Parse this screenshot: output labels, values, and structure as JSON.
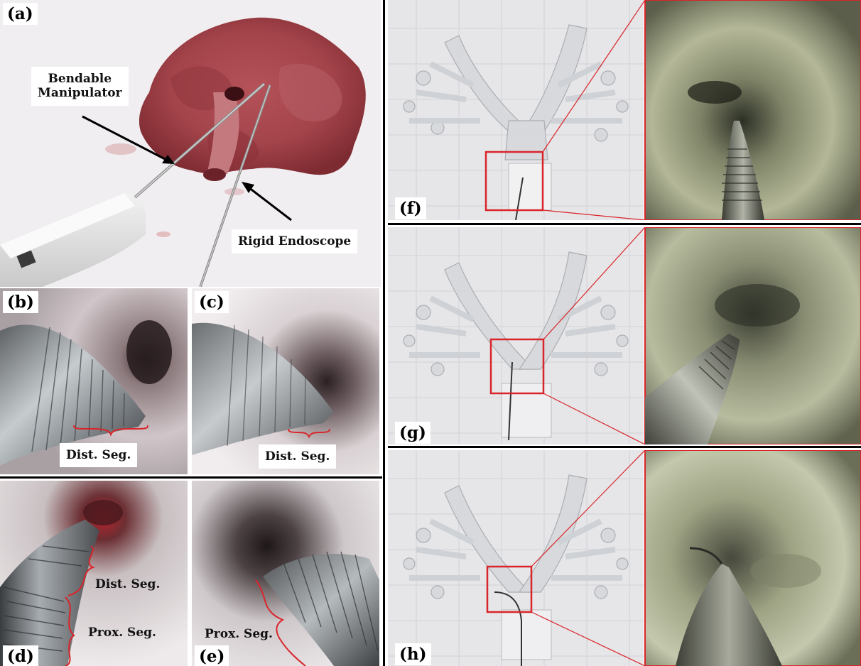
{
  "panels": {
    "a": {
      "tag": "(a)",
      "label_bendable_line1": "Bendable",
      "label_bendable_line2": "Manipulator",
      "label_rigid": "Rigid Endoscope"
    },
    "b": {
      "tag": "(b)",
      "label": "Dist. Seg."
    },
    "c": {
      "tag": "(c)",
      "label": "Dist. Seg."
    },
    "d": {
      "tag": "(d)",
      "label_dist": "Dist. Seg.",
      "label_prox": "Prox. Seg."
    },
    "e": {
      "tag": "(e)",
      "label_prox": "Prox. Seg."
    },
    "f": {
      "tag": "(f)"
    },
    "g": {
      "tag": "(g)"
    },
    "h": {
      "tag": "(h)"
    }
  },
  "colors": {
    "highlight_box": "#d9252a",
    "bracket": "#d9252a",
    "divider": "#000000"
  }
}
